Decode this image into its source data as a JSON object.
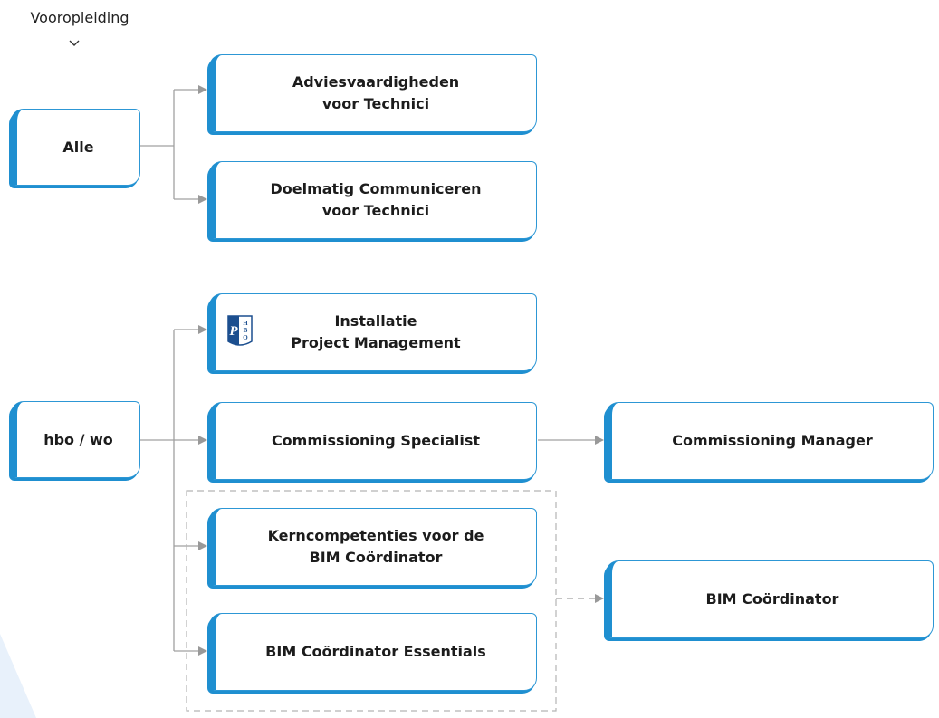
{
  "header": {
    "label": "Vooropleiding",
    "chevron_icon": "chevron-down-icon"
  },
  "sources": {
    "alle": "Alle",
    "hbo_wo": "hbo / wo"
  },
  "courses": {
    "adviesvaardigheden": "Adviesvaardigheden\nvoor Technici",
    "doelmatig": "Doelmatig Communiceren\nvoor Technici",
    "installatie": "Installatie\nProject Management",
    "commissioning_specialist": "Commissioning Specialist",
    "commissioning_manager": "Commissioning Manager",
    "kerncompetenties": "Kerncompetenties voor de\nBIM Coördinator",
    "bim_essentials": "BIM Coördinator Essentials",
    "bim_coordinator": "BIM Coördinator"
  },
  "logo": {
    "letters": [
      "P",
      "H",
      "B",
      "O"
    ],
    "icon": "phbo-logo-icon"
  },
  "colors": {
    "accent": "#1f8fd0",
    "connector": "#999999",
    "decor": "#e8f1fb"
  }
}
